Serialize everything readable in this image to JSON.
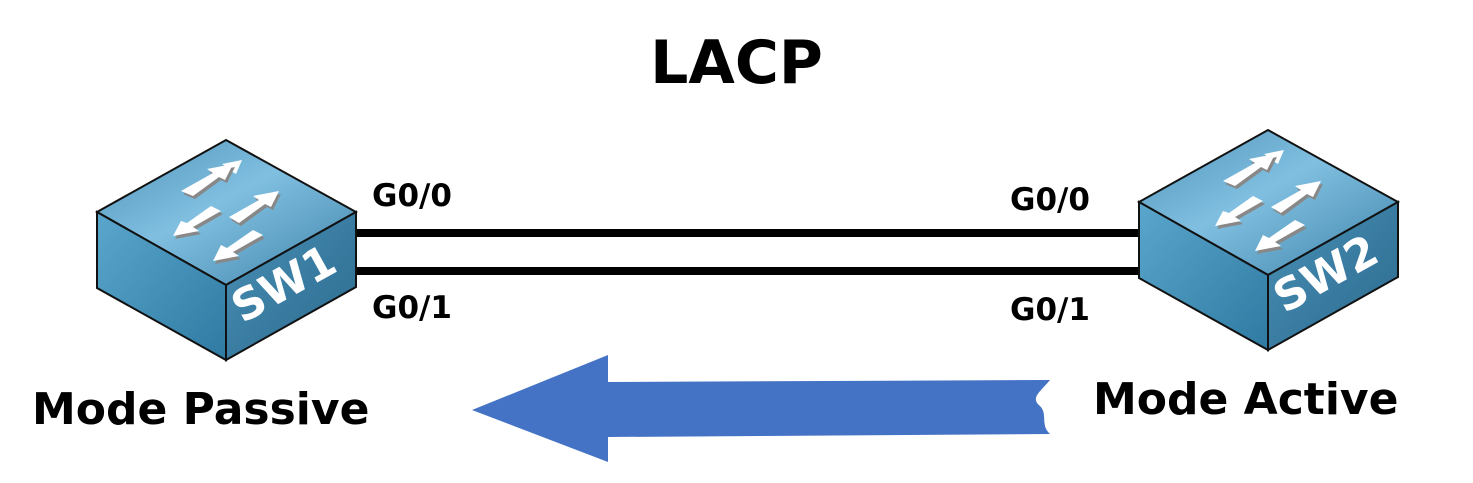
{
  "title": "LACP",
  "switches": [
    {
      "name": "SW1",
      "mode": "Mode Passive",
      "ports": [
        "G0/0",
        "G0/1"
      ]
    },
    {
      "name": "SW2",
      "mode": "Mode Active",
      "ports": [
        "G0/0",
        "G0/1"
      ]
    }
  ],
  "colors": {
    "arrow": "#4472C4",
    "switch_top": "#6FB0D6",
    "switch_side": "#3C84A8",
    "link": "#000000"
  }
}
